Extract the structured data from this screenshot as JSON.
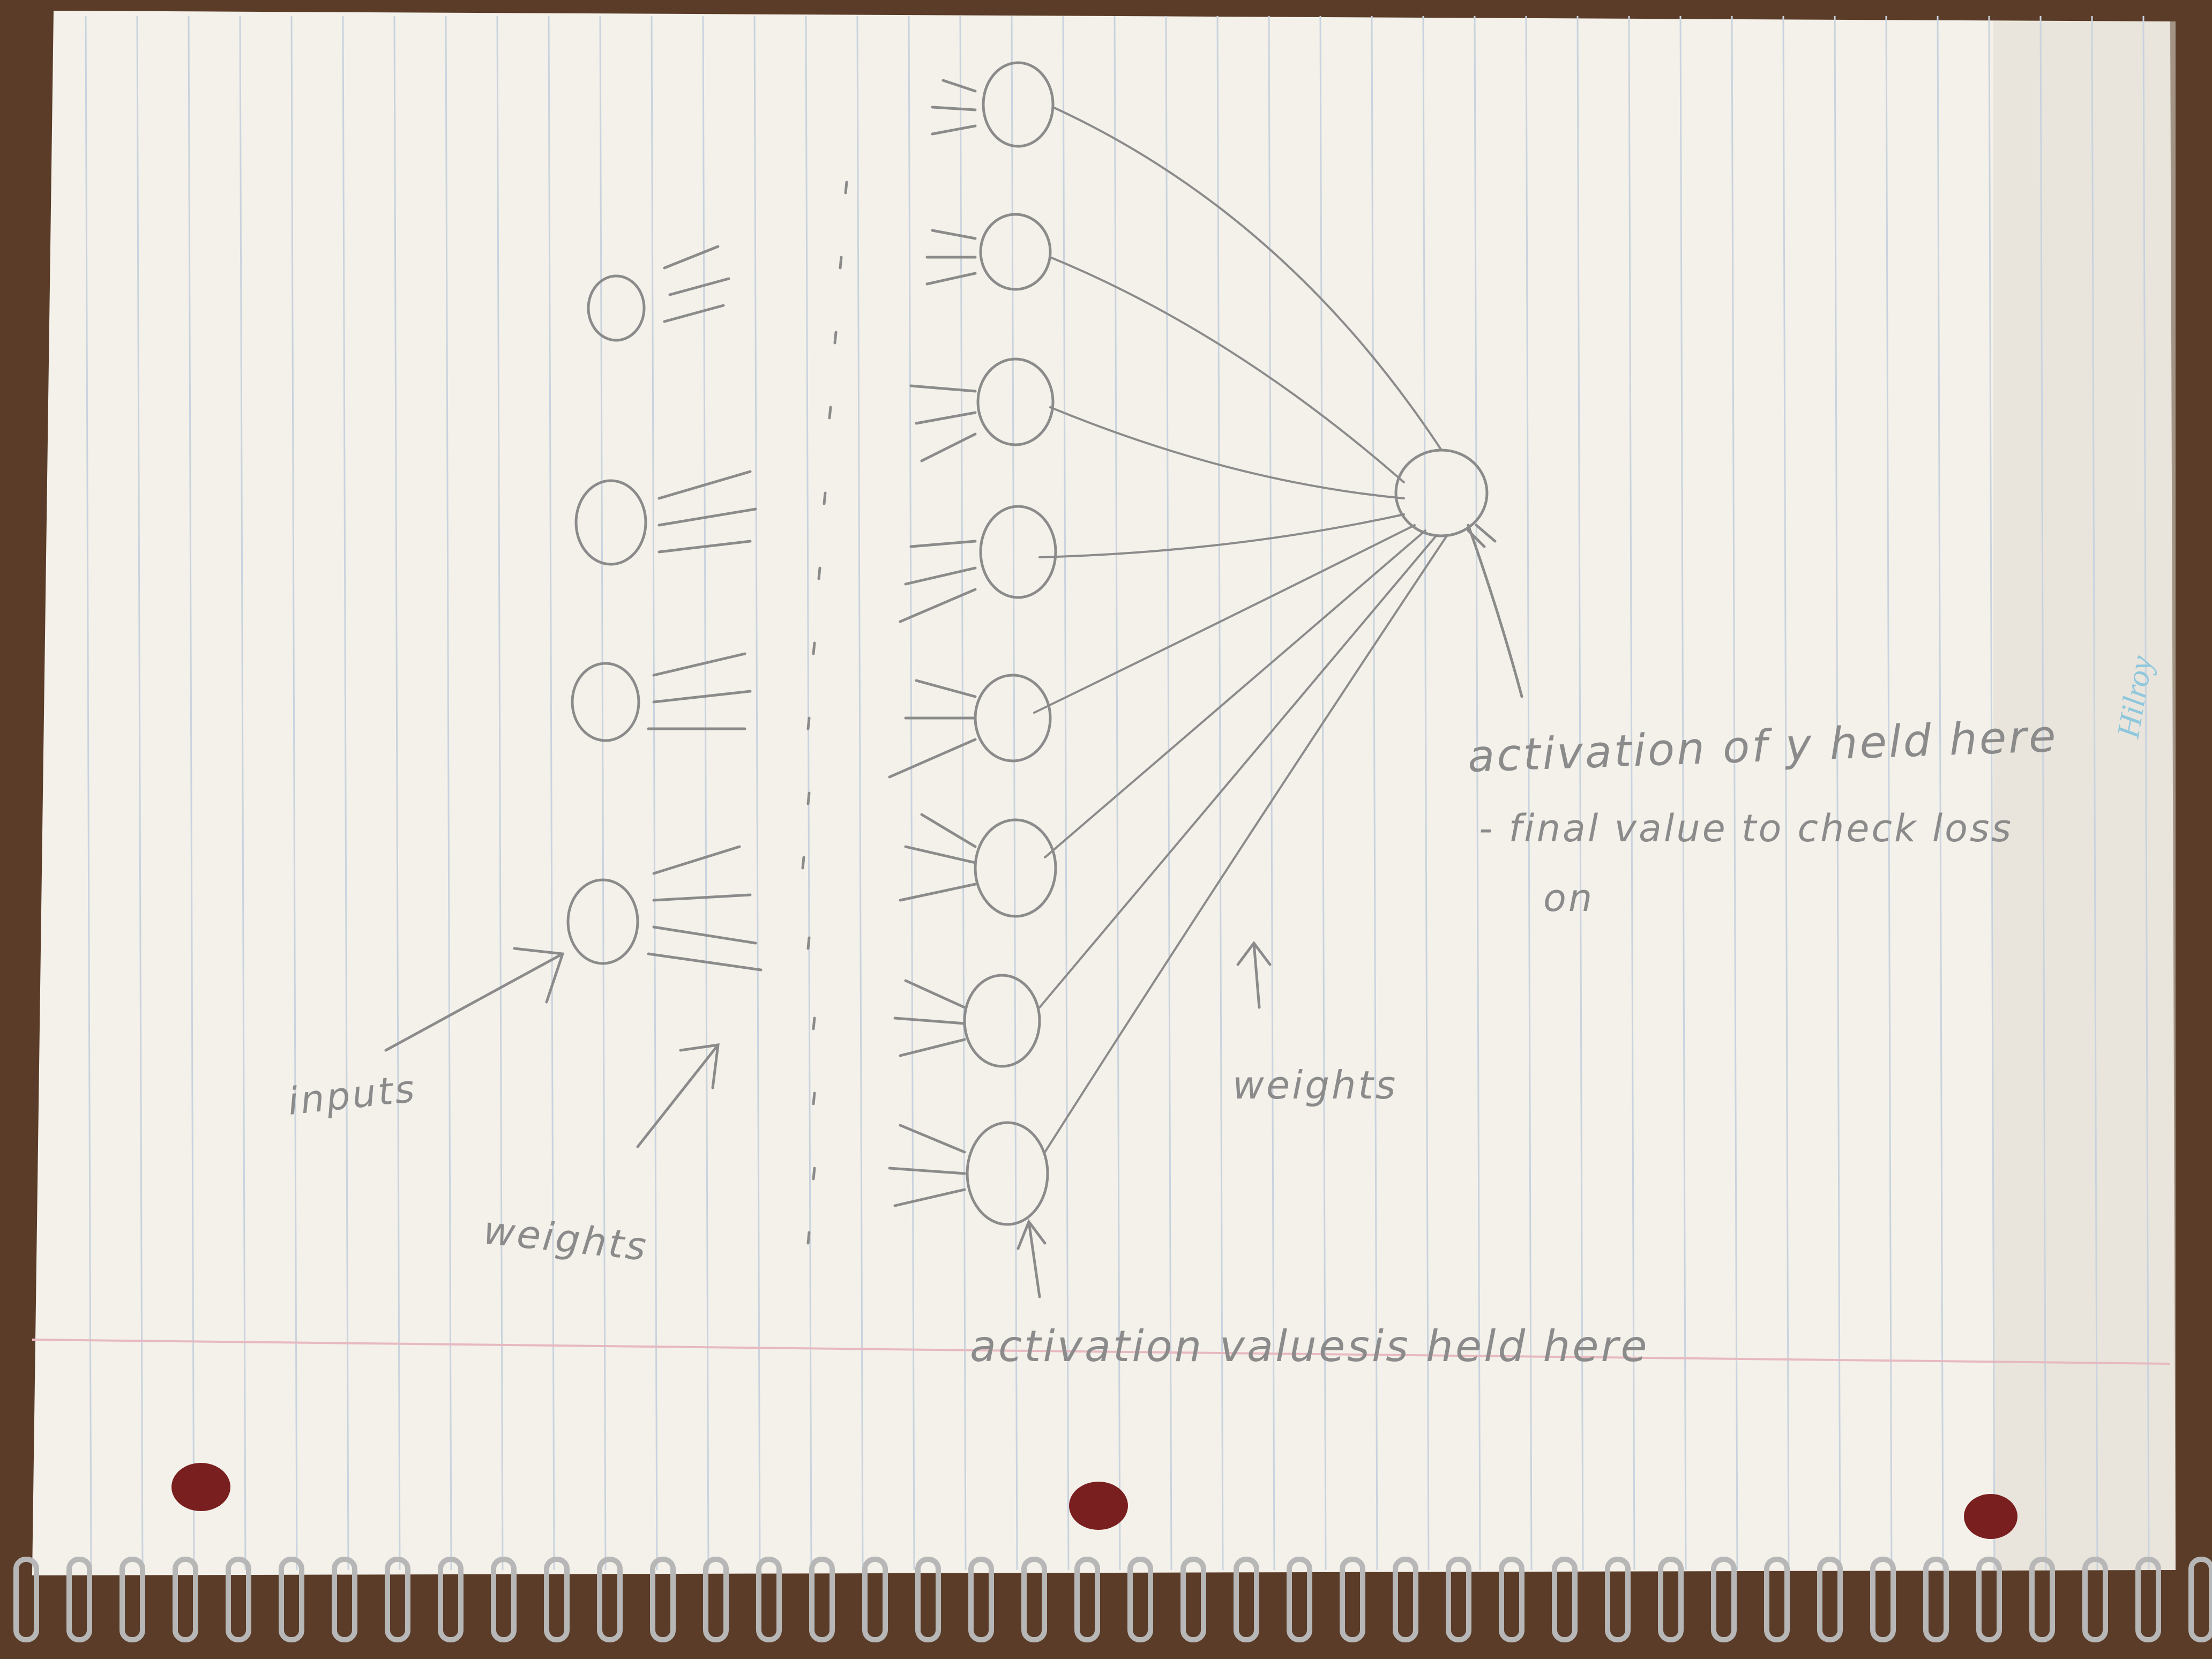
{
  "diagram": {
    "labels": {
      "inputs": "inputs",
      "weights_left": "weights",
      "weights_right": "weights",
      "activation_hidden": "activation valuesis held here",
      "activation_y_line1": "activation of y held here",
      "activation_y_line2": "- final value to check loss",
      "activation_y_line3": "on"
    },
    "signature": "Hilroy"
  },
  "colors": {
    "table": "#5a3c28",
    "paper": "#f4f1ea",
    "ruled_line": "#c9d3de",
    "margin_line": "#e7b9c0",
    "pencil": "#8b8b8b",
    "hole": "#7a1f1f",
    "spiral": "#b7b7b7",
    "brand": "#8fc7dc"
  }
}
